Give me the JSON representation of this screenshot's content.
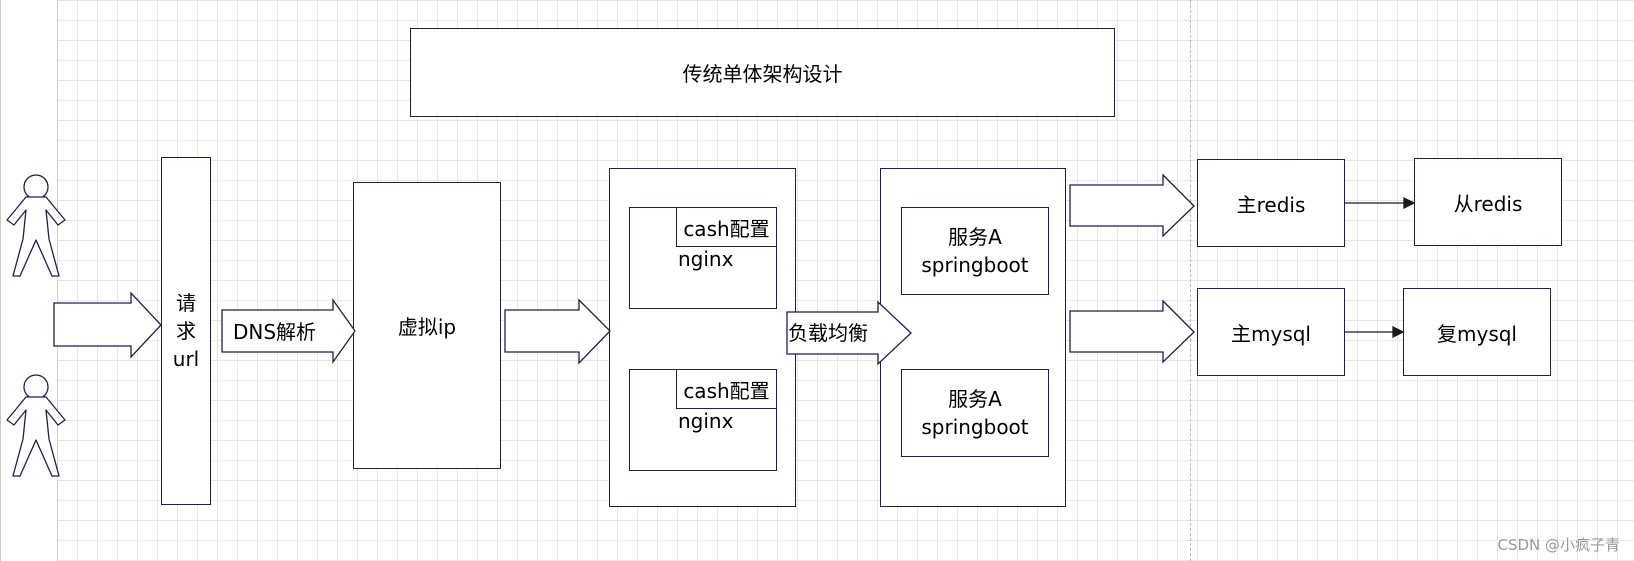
{
  "title": "传统单体架构设计",
  "request_box": {
    "lines": [
      "请",
      "求",
      "url"
    ]
  },
  "dns_arrow": {
    "label": "DNS解析"
  },
  "vip_box": {
    "label": "虚拟ip"
  },
  "nginx_nodes": [
    {
      "cache_label": "cash配置",
      "name": "nginx"
    },
    {
      "cache_label": "cash配置",
      "name": "nginx"
    }
  ],
  "lb_arrow": {
    "label": "负载均衡"
  },
  "services": [
    {
      "line1": "服务A",
      "line2": "springboot"
    },
    {
      "line1": "服务A",
      "line2": "springboot"
    }
  ],
  "redis": {
    "master": "主redis",
    "slave": "从redis"
  },
  "mysql": {
    "master": "主mysql",
    "replica": "复mysql"
  },
  "watermark": "CSDN @小疯子青"
}
